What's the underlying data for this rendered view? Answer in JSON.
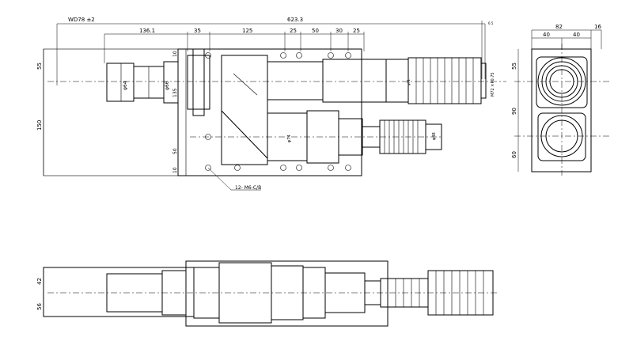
{
  "top_view": {
    "working_distance": "WD78 ±2",
    "overall_length": "623.3",
    "small_offset": "6.5",
    "top_dims": [
      "136.1",
      "35",
      "125",
      "25",
      "50",
      "30",
      "25"
    ],
    "left_dims": [
      "55",
      "150"
    ],
    "inner_dims": [
      "10",
      "135",
      "50",
      "10"
    ],
    "diameters": [
      "φ64",
      "φ66",
      "φ74",
      "φ74",
      "φ48"
    ],
    "thread": "M72 ×P0.75",
    "hole_callout": "12- M6-C/B"
  },
  "side_view": {
    "top_dims": [
      "82",
      "40",
      "40",
      "16"
    ],
    "right_dims": [
      "55",
      "90",
      "60"
    ]
  },
  "bottom_view": {
    "left_dims": [
      "42",
      "56"
    ]
  }
}
